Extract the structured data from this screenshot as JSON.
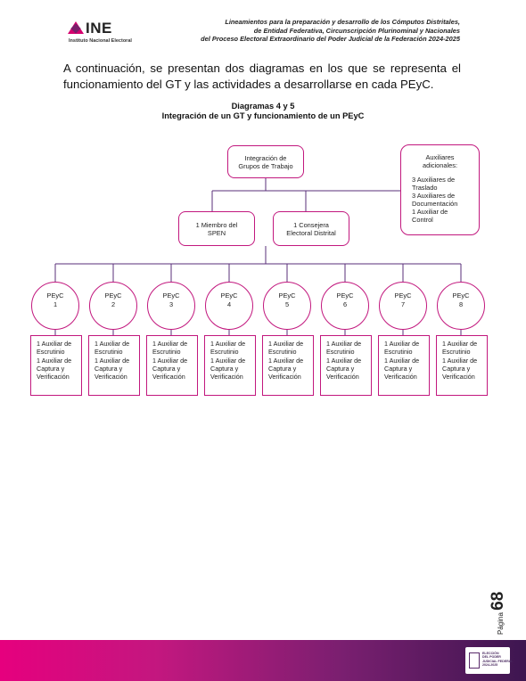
{
  "header": {
    "logo_text": "INE",
    "logo_subtitle": "Instituto Nacional Electoral",
    "lines": [
      "Lineamientos para la preparación y desarrollo de los Cómputos Distritales,",
      "de Entidad Federativa, Circunscripción Plurinominal y Nacionales",
      "del Proceso Electoral Extraordinario del Poder Judicial de la Federación 2024-2025"
    ]
  },
  "intro": {
    "line1": "A continuación, se presentan dos diagramas en los que se representa el",
    "line2": "funcionamiento del GT y las actividades a desarrollarse en cada PEyC."
  },
  "caption": {
    "line1": "Diagramas 4 y 5",
    "line2": "Integración de un GT y funcionamiento de un PEyC"
  },
  "diagram": {
    "root": [
      "Integración de",
      "Grupos de Trabajo"
    ],
    "aux": {
      "title": [
        "Auxiliares",
        "adicionales:"
      ],
      "items": [
        "3 Auxiliares de",
        "Traslado",
        "3 Auxiliares de",
        "Documentación",
        "1 Auxiliar de",
        "Control"
      ]
    },
    "left_child": [
      "1 Miembro del",
      "SPEN"
    ],
    "right_child": [
      "1 Consejera",
      "Electoral Distrital"
    ],
    "peyc": [
      {
        "label": "PEyC",
        "num": "1"
      },
      {
        "label": "PEyC",
        "num": "2"
      },
      {
        "label": "PEyC",
        "num": "3"
      },
      {
        "label": "PEyC",
        "num": "4"
      },
      {
        "label": "PEyC",
        "num": "5"
      },
      {
        "label": "PEyC",
        "num": "6"
      },
      {
        "label": "PEyC",
        "num": "7"
      },
      {
        "label": "PEyC",
        "num": "8"
      }
    ],
    "peyc_roles": [
      "1 Auxiliar de",
      "Escrutinio",
      "1 Auxiliar de",
      "Captura y",
      "Verificación"
    ]
  },
  "footer": {
    "page_label": "Página",
    "page_number": "68",
    "badge_text": [
      "ELECCIÓN",
      "DEL PODER",
      "JUDICIAL FEDERAL",
      "2024-2025"
    ]
  },
  "colors": {
    "accent": "#c2187e",
    "footer_start": "#e6007e",
    "footer_end": "#3d1650"
  }
}
